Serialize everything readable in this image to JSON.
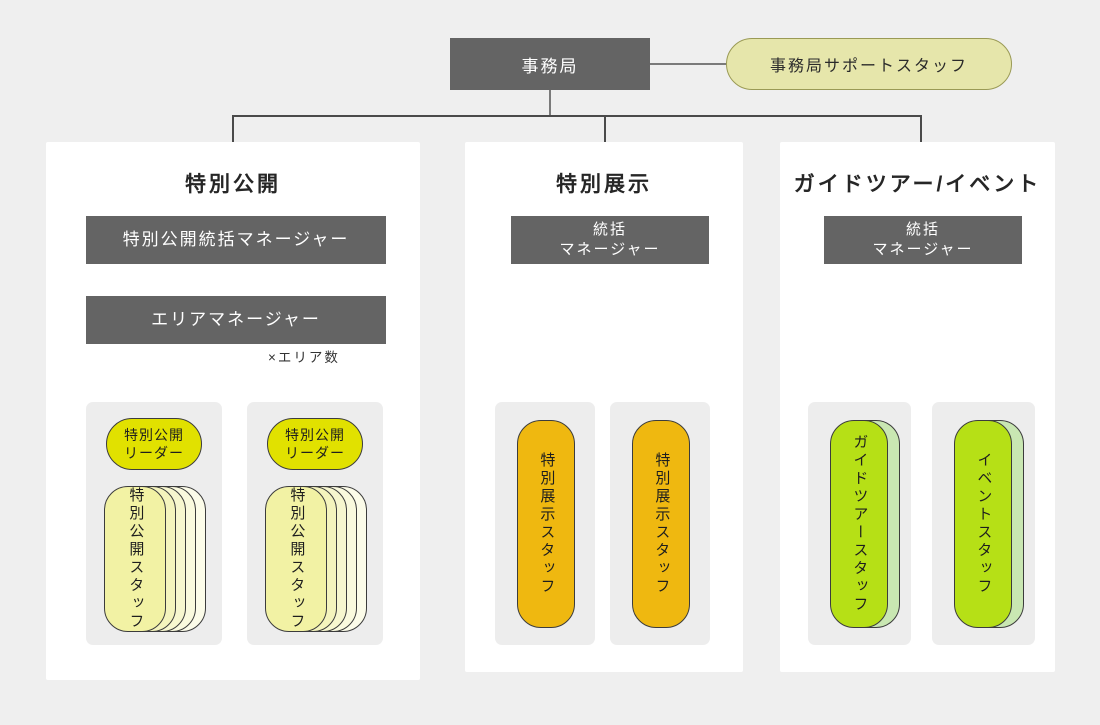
{
  "root": {
    "label": "事務局",
    "support": "事務局サポートスタッフ"
  },
  "columns": [
    {
      "id": "special-open",
      "title": "特別公開",
      "managers": [
        "特別公開統括マネージャー",
        "エリアマネージャー"
      ],
      "note": "×エリア数",
      "groups": [
        {
          "leader": "特別公開\nリーダー",
          "staff": "特別公開スタッフ",
          "stack_layers": 5
        },
        {
          "leader": "特別公開\nリーダー",
          "staff": "特別公開スタッフ",
          "stack_layers": 5
        }
      ]
    },
    {
      "id": "special-exhibit",
      "title": "特別展示",
      "managers": [
        "統括\nマネージャー"
      ],
      "groups": [
        {
          "staff": "特別展示スタッフ",
          "stack_layers": 1
        },
        {
          "staff": "特別展示スタッフ",
          "stack_layers": 1
        }
      ]
    },
    {
      "id": "guided-tour-event",
      "title": "ガイドツアー/イベント",
      "managers": [
        "統括\nマネージャー"
      ],
      "groups": [
        {
          "staff": "ガイドツアースタッフ",
          "stack_layers": 2
        },
        {
          "staff": "イベントスタッフ",
          "stack_layers": 2
        }
      ]
    }
  ],
  "labels": {
    "leader_1": "特別公開",
    "leader_2": "リーダー",
    "mgr_line1": "統括",
    "mgr_line2": "マネージャー"
  },
  "colors": {
    "background": "#efefef",
    "panel": "#ffffff",
    "manager_box": "#646464",
    "manager_text": "#ffffff",
    "support_pill": "#e6e6ab",
    "support_border": "#9a9a55",
    "leader_pill": "#e1e100",
    "staff_yellow": "#f2f2a4",
    "staff_orange": "#efb810",
    "staff_green": "#b6e016",
    "staff_green_back": "#c9e7b2",
    "subbox": "#ededed",
    "connector": "#7a7a7a",
    "text": "#1e1e1e"
  }
}
